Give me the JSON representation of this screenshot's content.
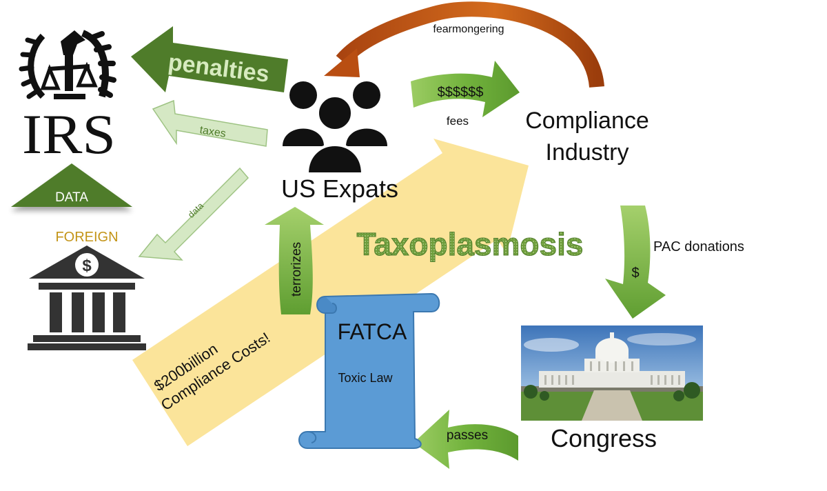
{
  "colors": {
    "dark_green": "#4f7c2a",
    "mid_green": "#6aac3a",
    "light_green": "#d5e8c4",
    "light_green_edge": "#9ec383",
    "yellow": "#fbe49a",
    "blue": "#5b9bd5",
    "blue_edge": "#3b78b0",
    "orange": "#c55a11",
    "black": "#111111",
    "gold_text": "#c39417",
    "bank_gray": "#333333"
  },
  "irs": {
    "logo_text": "IRS",
    "data_label": "DATA"
  },
  "bank": {
    "label": "FOREIGN",
    "symbol": "$"
  },
  "expats": {
    "label": "US Expats"
  },
  "industry": {
    "line1": "Compliance",
    "line2": "Industry"
  },
  "congress": {
    "label": "Congress"
  },
  "fatca": {
    "title": "FATCA",
    "subtitle": "Toxic Law"
  },
  "center_title": "Taxoplasmosis",
  "arrows": {
    "penalties": "penalties",
    "taxes": "taxes",
    "data": "data",
    "fearmongering": "fearmongering",
    "money": "$$$$$$",
    "fees": "fees",
    "pac_donations": "PAC donations",
    "pac_dollar": "$",
    "passes": "passes",
    "terrorizes": "terrorizes",
    "costs_line1": "$200billion",
    "costs_line2": "Compliance Costs!"
  }
}
